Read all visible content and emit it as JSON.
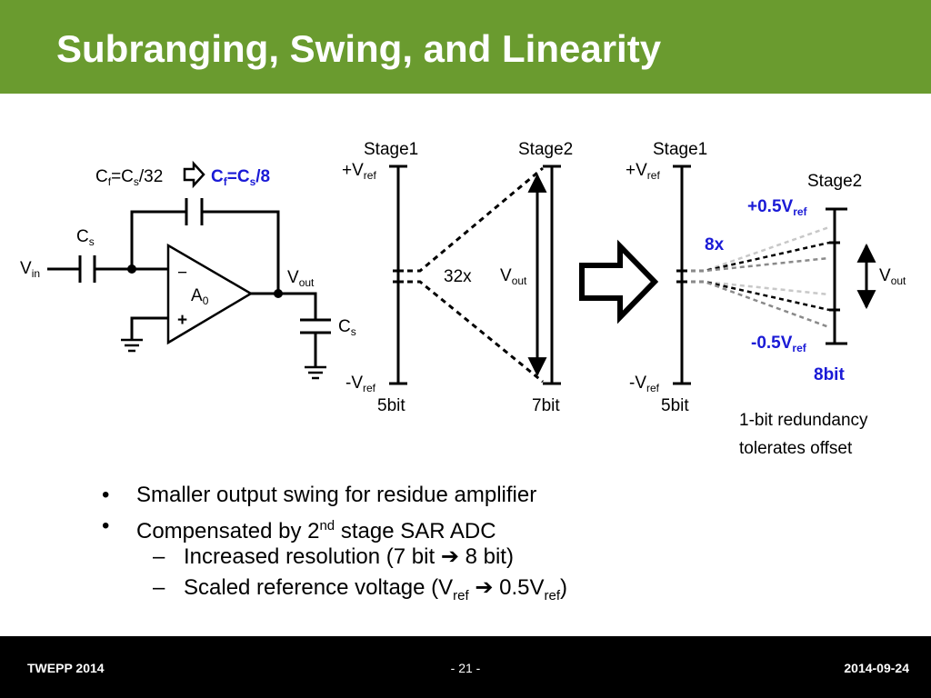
{
  "slide": {
    "title": "Subranging, Swing, and Linearity"
  },
  "diagram": {
    "cf_text": "C",
    "cf_sub": "f",
    "cf_eq": "=C",
    "cs_sub": "s",
    "cf_div32": "/32",
    "cf_new_c": "C",
    "cf_new_sub": "f",
    "cf_new_eq": "=C",
    "cf_new_s": "s",
    "cf_new_div": "/8",
    "cs_label": "C",
    "cs_label_sub": "s",
    "vin": "V",
    "vin_sub": "in",
    "vout": "V",
    "vout_sub": "out",
    "amp": "A",
    "amp_sub": "0",
    "amp_minus": "−",
    "amp_plus": "+",
    "cs2": "C",
    "cs2_sub": "s",
    "left_stage1": "Stage1",
    "left_stage2": "Stage2",
    "right_stage1": "Stage1",
    "right_stage2": "Stage2",
    "plus_vref": "+V",
    "vref_sub": "ref",
    "minus_vref": "-V",
    "gain_left": "32x",
    "gain_right": "8x",
    "bits_5_left": "5bit",
    "bits_7": "7bit",
    "bits_5_right": "5bit",
    "bits_8": "8bit",
    "half_plus": "+0.5V",
    "half_minus": "-0.5V",
    "redundancy_line1": "1-bit redundancy",
    "redundancy_line2": "tolerates offset"
  },
  "bullets": [
    {
      "text": "Smaller output swing for residue amplifier"
    },
    {
      "text_pre": "Compensated by 2",
      "sup": "nd",
      "text_post": " stage SAR ADC"
    }
  ],
  "sub_bullets": [
    {
      "text_pre": "Increased resolution (7 bit ",
      "text_post": " 8 bit)"
    },
    {
      "text_pre": "Scaled reference voltage (V",
      "sub1": "ref",
      "mid": " 0.5V",
      "sub2": "ref",
      "text_post": ")"
    }
  ],
  "footer": {
    "left": "TWEPP 2014",
    "center": "- 21 -",
    "right": "2014-09-24"
  },
  "colors": {
    "title_bar": "#6a9b2f",
    "accent_blue": "#1a1ad6",
    "footer": "#000000"
  }
}
